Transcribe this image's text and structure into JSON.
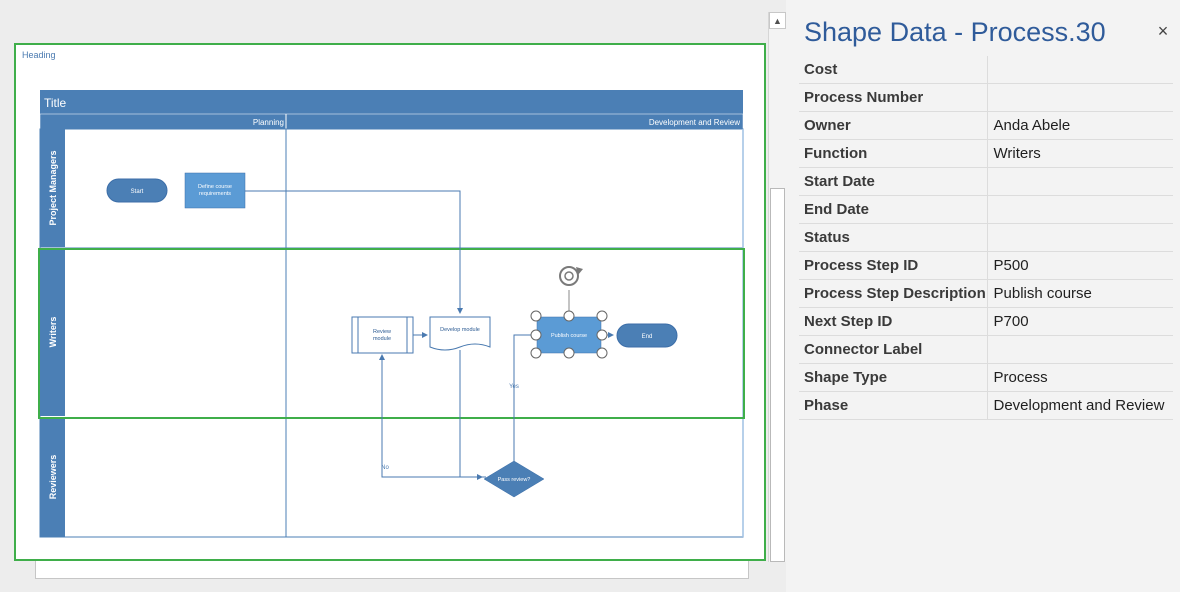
{
  "panel": {
    "title": "Shape Data - Process.30",
    "close_icon": "×",
    "rows": [
      {
        "label": "Cost",
        "value": ""
      },
      {
        "label": "Process Number",
        "value": ""
      },
      {
        "label": "Owner",
        "value": "Anda Abele"
      },
      {
        "label": "Function",
        "value": "Writers"
      },
      {
        "label": "Start Date",
        "value": ""
      },
      {
        "label": "End Date",
        "value": ""
      },
      {
        "label": "Status",
        "value": ""
      },
      {
        "label": "Process Step ID",
        "value": "P500"
      },
      {
        "label": "Process Step Description",
        "value": "Publish course"
      },
      {
        "label": "Next Step ID",
        "value": "P700"
      },
      {
        "label": "Connector Label",
        "value": ""
      },
      {
        "label": "Shape Type",
        "value": "Process"
      },
      {
        "label": "Phase",
        "value": "Development and Review"
      }
    ]
  },
  "diagram": {
    "heading": "Heading",
    "title": "Title",
    "phases": [
      "Planning",
      "Development and Review"
    ],
    "lanes": [
      "Project Managers",
      "Writers",
      "Reviewers"
    ],
    "shapes": {
      "start": "Start",
      "define_line1": "Define course",
      "define_line2": "requirements",
      "review_line1": "Review",
      "review_line2": "module",
      "develop": "Develop module",
      "publish": "Publish course",
      "end": "End",
      "decision": "Pass review?"
    },
    "connector_labels": {
      "yes": "Yes",
      "no": "No"
    }
  },
  "colors": {
    "lane_header": "#4b7fb5",
    "shape_fill": "#5b9bd5",
    "selection_border": "#3fae4a",
    "panel_title": "#2f5b9a"
  },
  "icons": {
    "rotate_handle": "rotate-icon",
    "scroll_up": "chevron-up-icon"
  }
}
